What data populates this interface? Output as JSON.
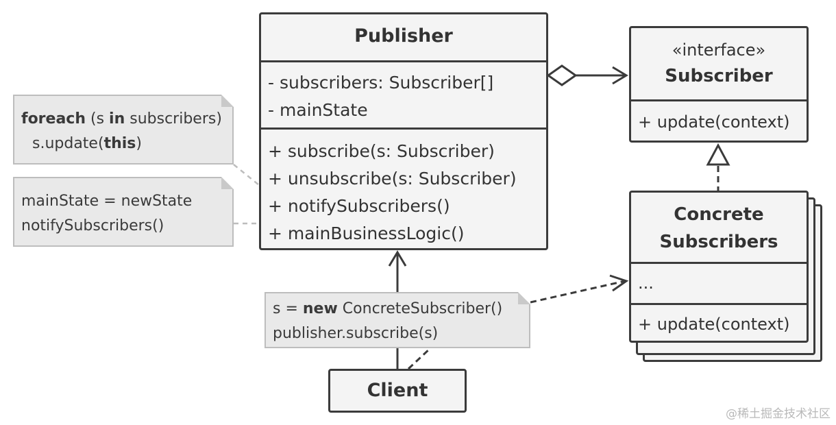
{
  "publisher": {
    "title": "Publisher",
    "fields": [
      "- subscribers: Subscriber[]",
      "- mainState"
    ],
    "methods": [
      "+ subscribe(s: Subscriber)",
      "+ unsubscribe(s: Subscriber)",
      "+ notifySubscribers()",
      "+ mainBusinessLogic()"
    ]
  },
  "subscriber": {
    "stereotype": "«interface»",
    "title": "Subscriber",
    "methods": [
      "+ update(context)"
    ]
  },
  "concrete_subscribers": {
    "title_line1": "Concrete",
    "title_line2": "Subscribers",
    "fields": [
      "..."
    ],
    "methods": [
      "+ update(context)"
    ]
  },
  "client": {
    "title": "Client"
  },
  "notes": {
    "foreach": {
      "kw_foreach": "foreach",
      "text1": " (s ",
      "kw_in": "in",
      "text2": " subscribers)",
      "text3": "s.update(",
      "kw_this": "this",
      "text4": ")"
    },
    "main_state": {
      "line1": "mainState = newState",
      "line2": "notifySubscribers()"
    },
    "client_code": {
      "text1": "s = ",
      "kw_new": "new",
      "text2": " ConcreteSubscriber()",
      "line2": "publisher.subscribe(s)"
    }
  },
  "watermark": "@稀土掘金技术社区"
}
